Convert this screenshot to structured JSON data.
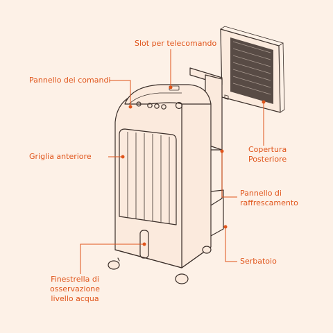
{
  "labels": {
    "slot": "Slot per telecomando",
    "pannello_comandi": "Pannello dei comandi",
    "griglia": "Griglia anteriore",
    "copertura": "Copertura\nPosteriore",
    "raffrescamento": "Pannello di\nraffrescamento",
    "serbatoio": "Serbatoio",
    "finestrella": "Finestrella di\nosservazione\nlivello acqua"
  },
  "colors": {
    "background": "#fdf1e7",
    "accent": "#e0541a",
    "ink": "#3b2f2a"
  }
}
